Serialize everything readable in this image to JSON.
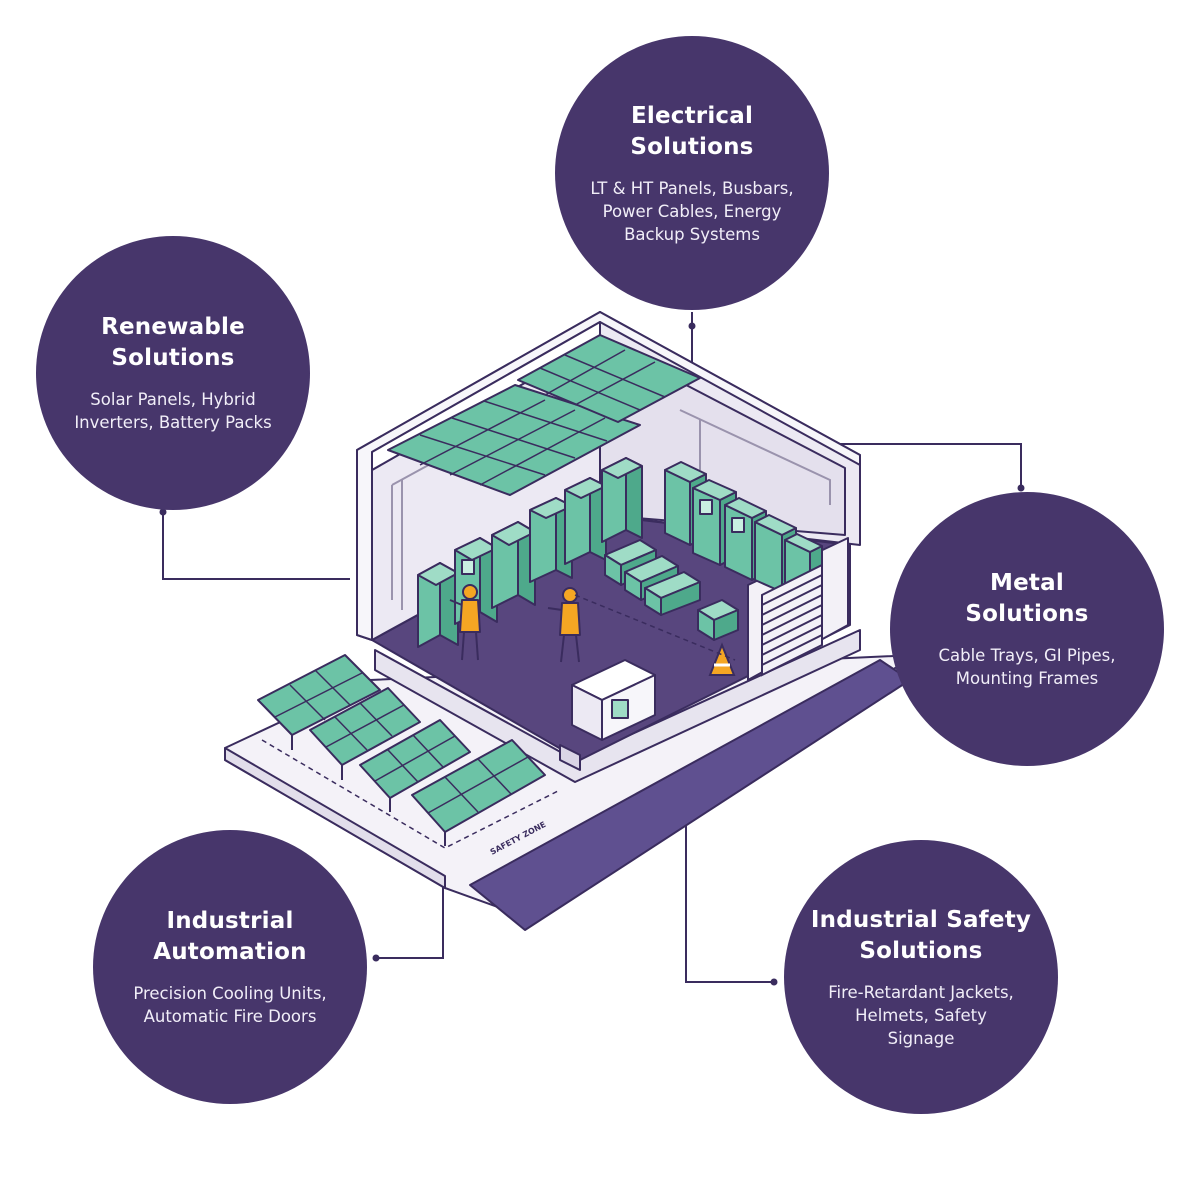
{
  "colors": {
    "circle_fill": "#47366b",
    "floor": "#58467e",
    "equipment": "#6cc3a6",
    "outline": "#3a2c5e",
    "wall": "#f0eef5",
    "vest": "#f5a623"
  },
  "cards": {
    "electrical": {
      "title": "Electrical Solutions",
      "description": "LT & HT Panels, Busbars, Power Cables, Energy Backup Systems"
    },
    "renewable": {
      "title": "Renewable Solutions",
      "description": "Solar Panels, Hybrid Inverters, Battery Packs"
    },
    "metal": {
      "title": "Metal Solutions",
      "description": "Cable Trays, GI Pipes, Mounting Frames"
    },
    "automation": {
      "title": "Industrial Automation",
      "description": "Precision Cooling Units, Automatic Fire Doors"
    },
    "safety": {
      "title": "Industrial Safety Solutions",
      "description": "Fire-Retardant Jackets, Helmets, Safety Signage"
    }
  },
  "illustration": {
    "safety_zone_label": "SAFETY ZONE",
    "icons": [
      "solar-panel-icon",
      "worker-icon",
      "traffic-cone-icon",
      "roller-shutter-icon",
      "generator-icon"
    ]
  }
}
